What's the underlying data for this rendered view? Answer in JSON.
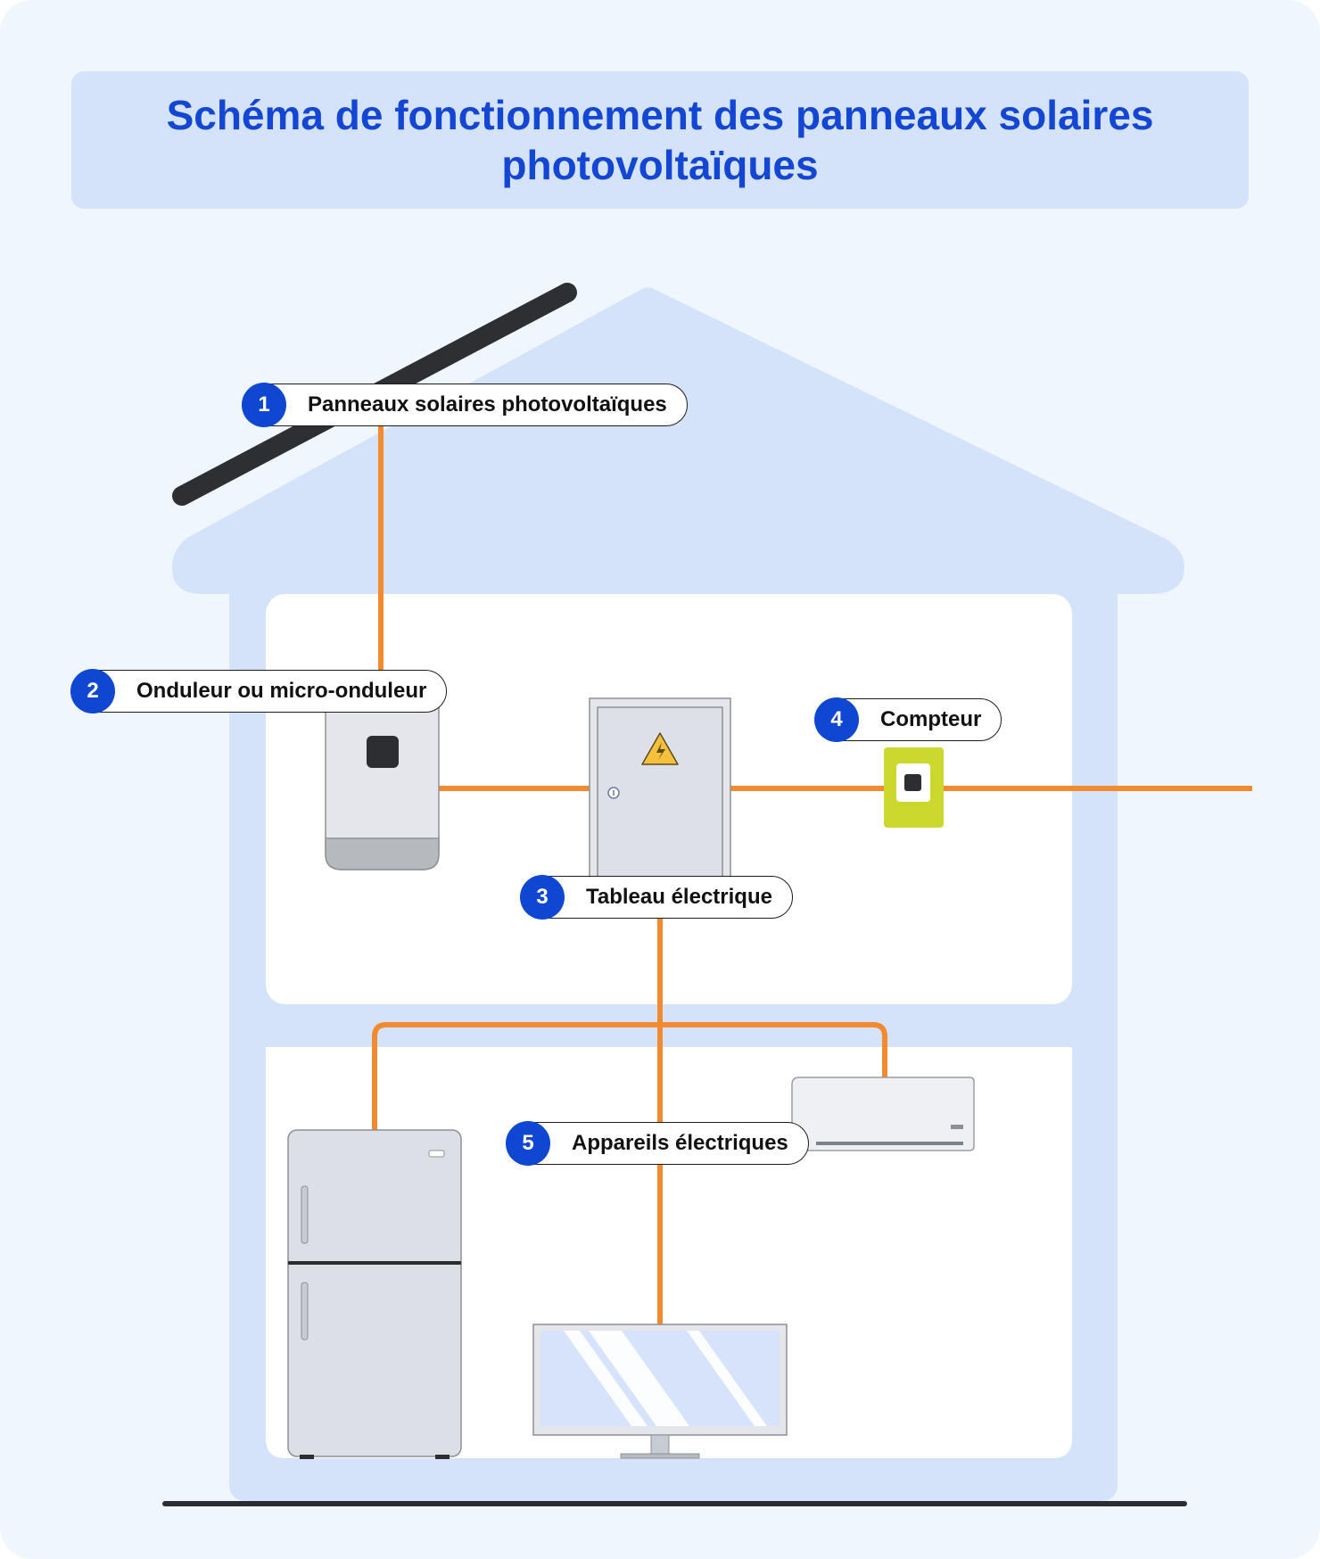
{
  "title": "Schéma de fonctionnement des panneaux solaires photovoltaïques",
  "colors": {
    "background": "#f0f6fe",
    "house": "#d4e2fa",
    "title_text": "#1446d4",
    "wire": "#f28a30",
    "badge": "#0f46d2",
    "meter": "#cdd82e"
  },
  "labels": [
    {
      "number": "1",
      "text": "Panneaux solaires photovoltaïques"
    },
    {
      "number": "2",
      "text": "Onduleur ou micro-onduleur"
    },
    {
      "number": "3",
      "text": "Tableau électrique"
    },
    {
      "number": "4",
      "text": "Compteur"
    },
    {
      "number": "5",
      "text": "Appareils électriques"
    }
  ],
  "icons": [
    "solar-panel-icon",
    "inverter-icon",
    "electrical-panel-icon",
    "warning-icon",
    "meter-icon",
    "fridge-icon",
    "air-conditioner-icon",
    "television-icon"
  ]
}
